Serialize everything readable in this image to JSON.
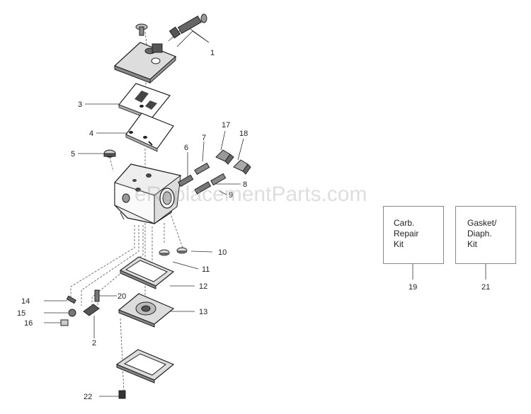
{
  "watermark": "eReplacementParts.com",
  "callouts": {
    "n1": "1",
    "n2": "2",
    "n3": "3",
    "n4": "4",
    "n5": "5",
    "n6": "6",
    "n7": "7",
    "n8": "8",
    "n9": "9",
    "n10": "10",
    "n11": "11",
    "n12": "12",
    "n13": "13",
    "n14": "14",
    "n15": "15",
    "n16": "16",
    "n17": "17",
    "n18": "18",
    "n19": "19",
    "n20": "20",
    "n21": "21",
    "n22": "22"
  },
  "kits": {
    "repair": "Carb.\nRepair\nKit",
    "gasket": "Gasket/\nDiaph.\nKit"
  }
}
